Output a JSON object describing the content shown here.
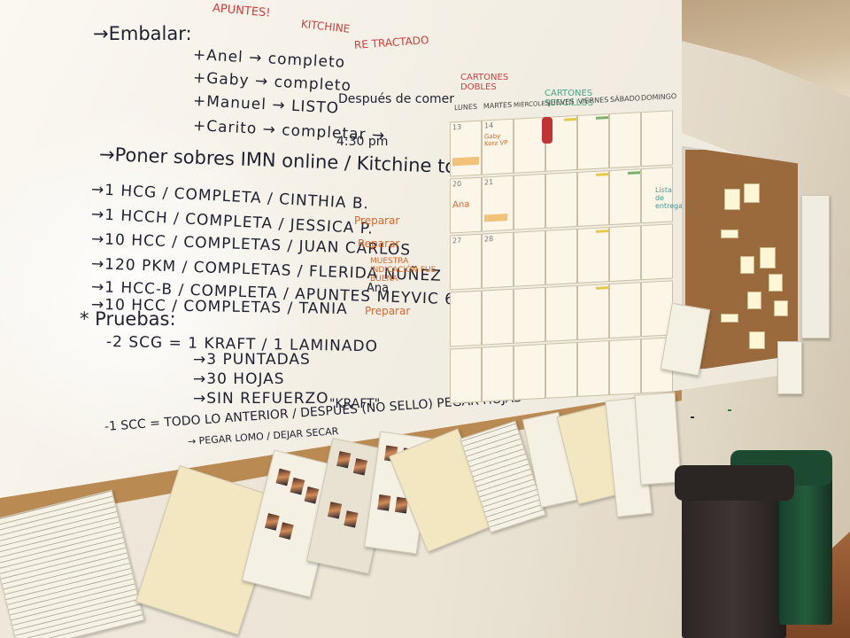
{
  "headings": {
    "apuntes": "APUNTES!",
    "kitchine": "KITCHINE",
    "re_tractado": "RE TRACTADO",
    "cartones_dobles": "CARTONES DOBLES",
    "cartones_sencillos": "CARTONES SENCILLOS"
  },
  "tasks": {
    "embalar_label": "→Embalar:",
    "embalar": [
      {
        "name": "Anel",
        "status": "→ completo"
      },
      {
        "name": "Gaby",
        "status": "→ completo"
      },
      {
        "name": "Manuel",
        "status": "→ LISTO"
      },
      {
        "name": "Carito",
        "status": "→ completar →"
      }
    ],
    "despues_comer": "Después de comer",
    "time": "4:30 pm",
    "poner_line": "→Poner sobres IMN online / Kitchine todas!",
    "orders": [
      "→1 HCG / COMPLETA / CINTHIA B.",
      "→1 HCCH / COMPLETA / JESSICA P.",
      "→10 HCC / COMPLETAS / JUAN CARLOS",
      "→120 PKM / COMPLETAS / FLERIDA NUÑEZ",
      "→1 HCC-B / COMPLETA / APUNTES MEYVIC 6B",
      "→10 HCC / COMPLETAS / TANIA"
    ],
    "side_notes": [
      "Preparar",
      "Reparar",
      "MUESTRA INDICACIÓN FUE BUENA",
      "Ana",
      "Preparar"
    ],
    "pruebas_label": "* Pruebas:",
    "pruebas_line": "-2 SCG = 1 KRAFT / 1 LAMINADO",
    "pruebas_items": [
      "3 PUNTADAS",
      "30 HOJAS",
      "SIN REFUERZO"
    ],
    "kraft": "\"KRAFT\"",
    "scc_line": "-1 SCC = TODO LO ANTERIOR / DESPUÉS (NO SELLO) PEGAR HOJAS",
    "scc_sub": "→ PEGAR LOMO / DEJAR SECAR"
  },
  "calendar": {
    "days": [
      "LUNES",
      "MARTES",
      "MIÉRCOLES",
      "JUEVES",
      "VIERNES",
      "SÁBADO",
      "DOMINGO"
    ],
    "entries": [
      {
        "num": "13",
        "text": ""
      },
      {
        "num": "14",
        "text": "Gaby Kerz VP"
      },
      {
        "num": "20",
        "text": "Ana"
      },
      {
        "num": "21",
        "text": ""
      },
      {
        "num": "27",
        "text": ""
      },
      {
        "num": "28",
        "text": ""
      }
    ]
  },
  "side_note": "Lista de entrega"
}
